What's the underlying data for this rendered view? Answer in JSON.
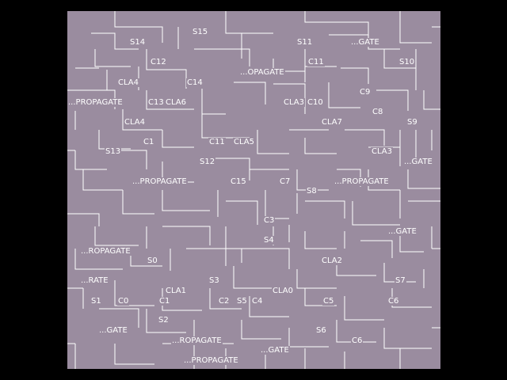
{
  "colors": {
    "background": "#000000",
    "board": "#9a8c9f",
    "lines": "#ffffff",
    "text": "#ffffff"
  },
  "labels": [
    "S14",
    "S15",
    "S11",
    "...GATE",
    "C12",
    "C11",
    "S10",
    "...OPAGATE",
    "CLA4",
    "C14",
    "...PROPAGATE",
    "C13",
    "CLA6",
    "CLA3",
    "C10",
    "C9",
    "C8",
    "CLA4",
    "CLA7",
    "S9",
    "C1",
    "C11",
    "CLA5",
    "S13",
    "CLA3",
    "S12",
    "...GATE",
    "...PROPAGATE",
    "C15",
    "C7",
    "S8",
    "...PROPAGATE",
    "C3",
    "...GATE",
    "S4",
    "...ROPAGATE",
    "S0",
    "CLA2",
    "...RATE",
    "S7",
    "S3",
    "CLA1",
    "CLA0",
    "S1",
    "C0",
    "C1",
    "C2",
    "S5",
    "C4",
    "C5",
    "C6",
    "...GATE",
    "S2",
    "S6",
    "C6",
    "...ROPAGATE",
    "...GATE",
    "...PROPAGATE"
  ]
}
